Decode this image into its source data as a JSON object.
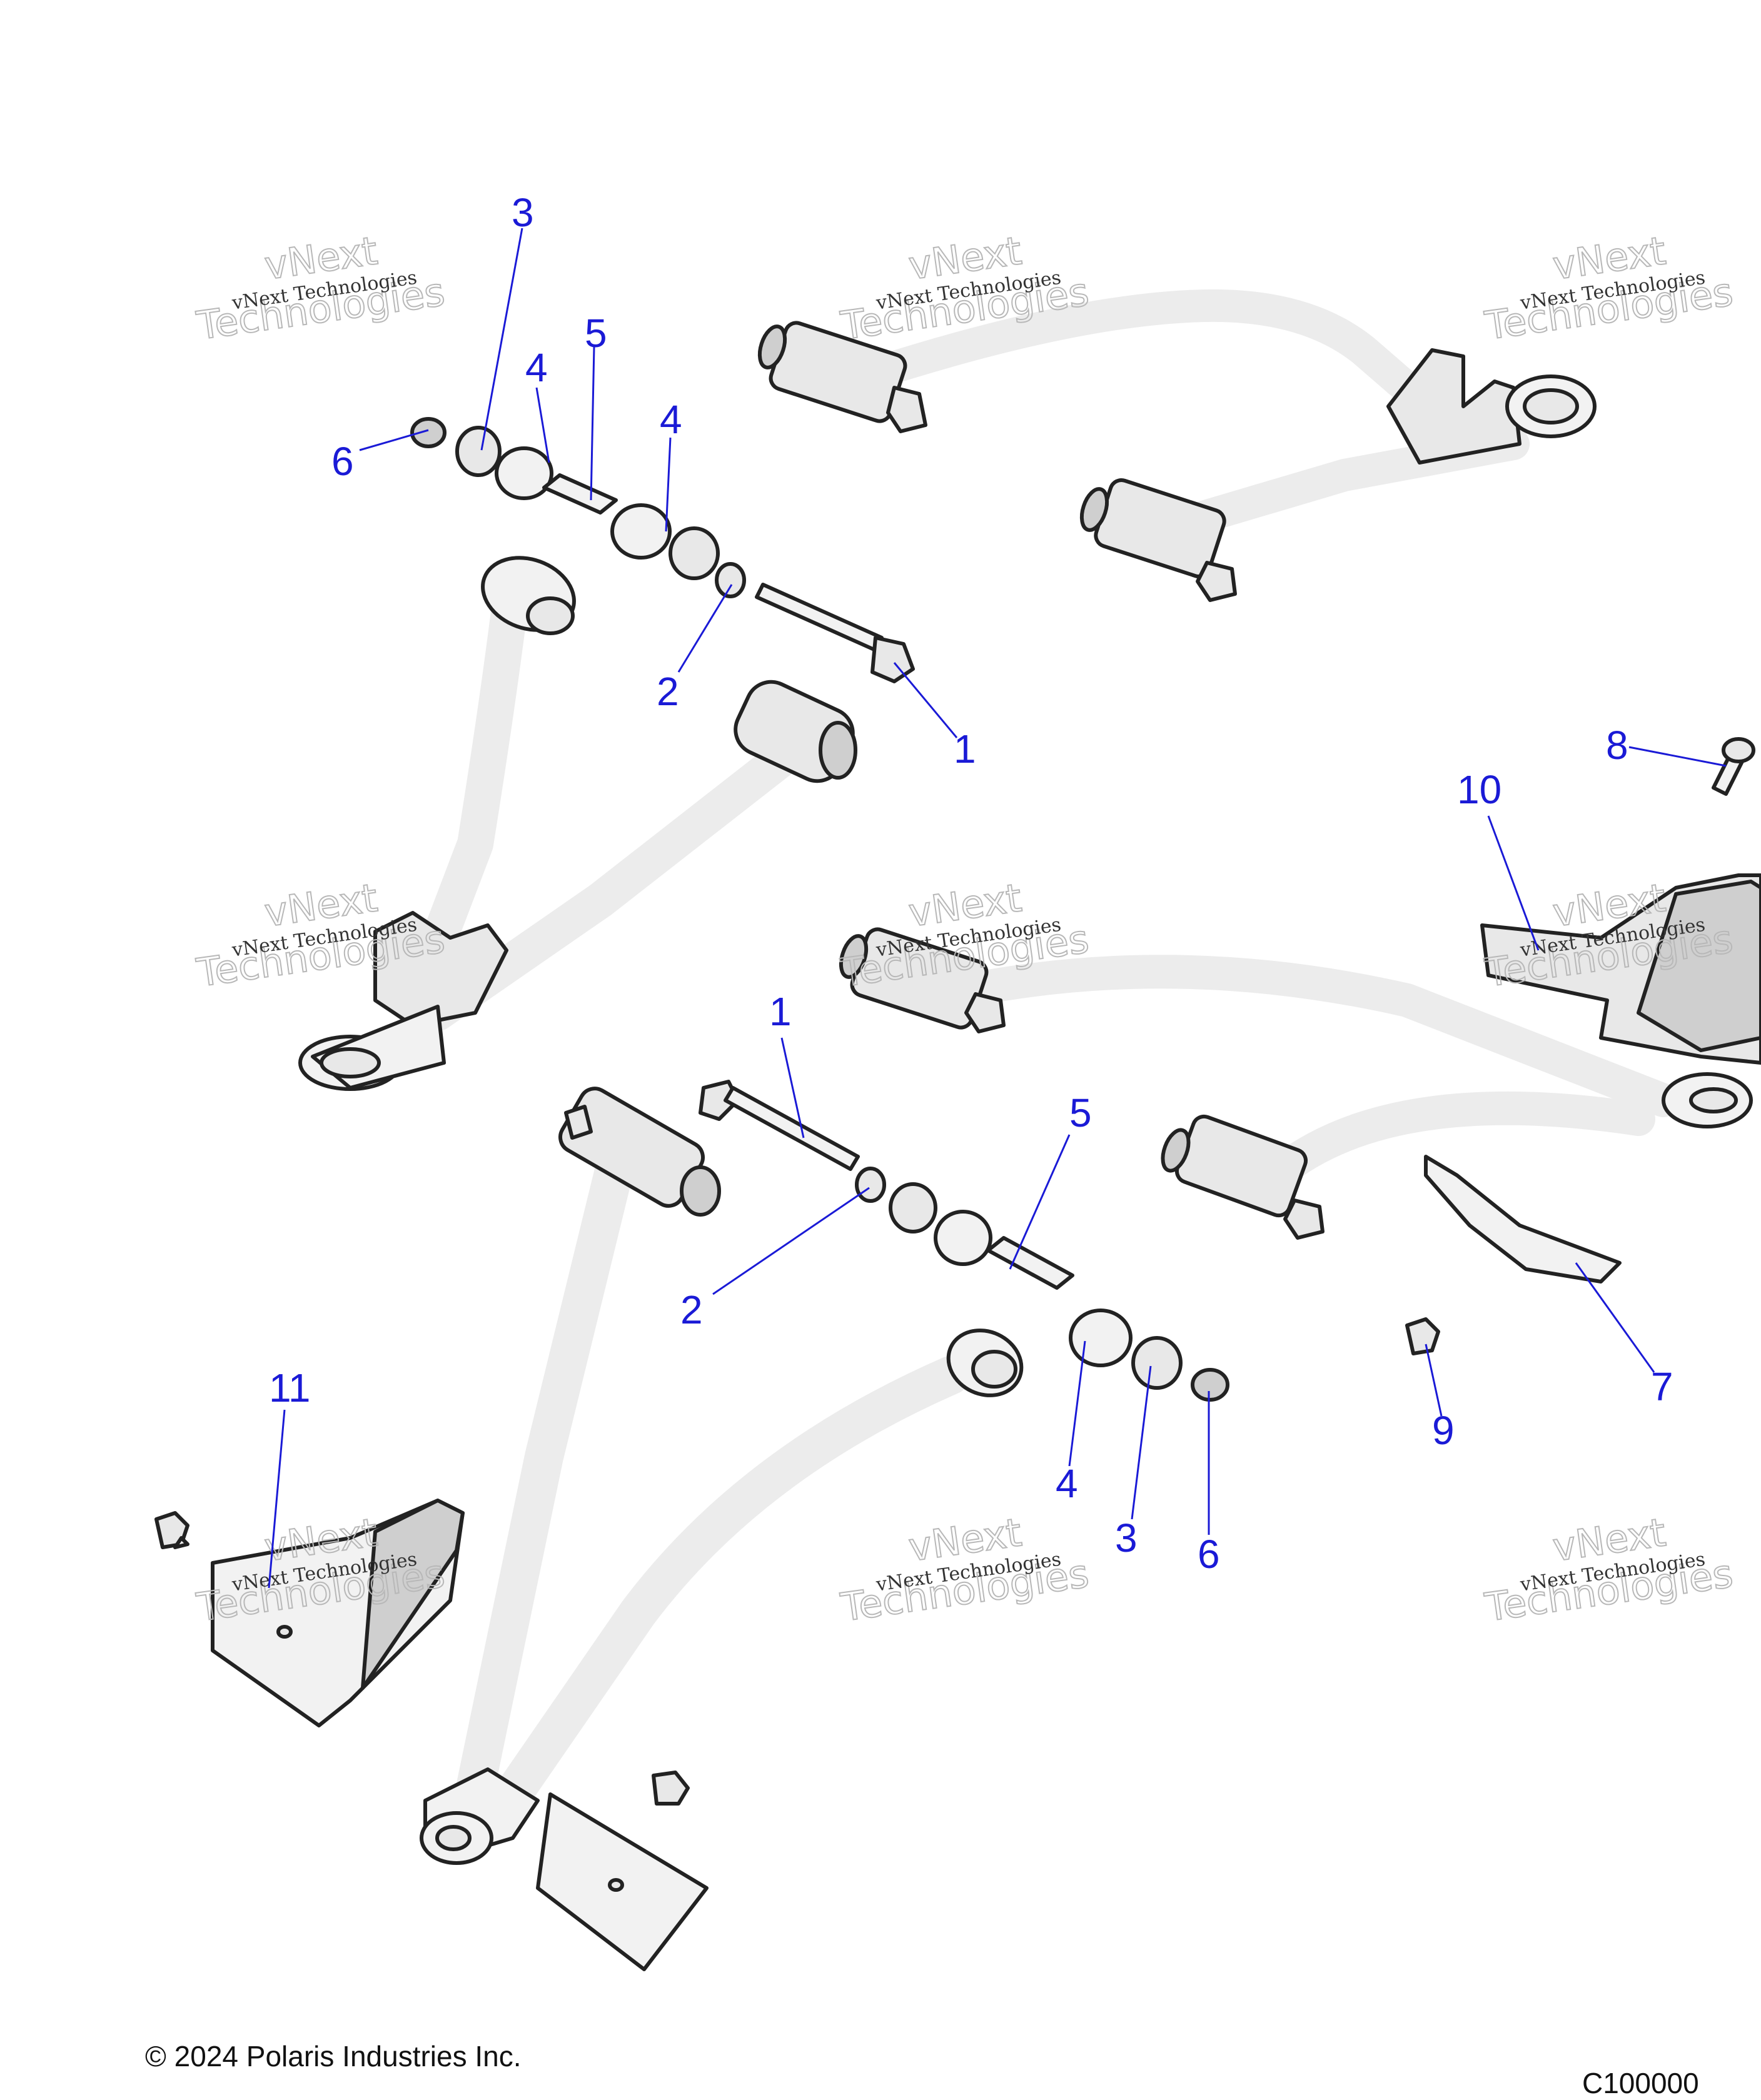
{
  "callouts": [
    {
      "id": "c3a",
      "text": "3"
    },
    {
      "id": "c4a",
      "text": "4"
    },
    {
      "id": "c5a",
      "text": "5"
    },
    {
      "id": "c4b",
      "text": "4"
    },
    {
      "id": "c6a",
      "text": "6"
    },
    {
      "id": "c2a",
      "text": "2"
    },
    {
      "id": "c1a",
      "text": "1"
    },
    {
      "id": "c8",
      "text": "8"
    },
    {
      "id": "c10",
      "text": "10"
    },
    {
      "id": "c1b",
      "text": "1"
    },
    {
      "id": "c5b",
      "text": "5"
    },
    {
      "id": "c2b",
      "text": "2"
    },
    {
      "id": "c11",
      "text": "11"
    },
    {
      "id": "c4c",
      "text": "4"
    },
    {
      "id": "c3b",
      "text": "3"
    },
    {
      "id": "c6b",
      "text": "6"
    },
    {
      "id": "c9",
      "text": "9"
    },
    {
      "id": "c7",
      "text": "7"
    }
  ],
  "watermark": {
    "line1": "vNext Technologies",
    "line2a": "vNext",
    "line2b": "Technologies"
  },
  "footer": {
    "copyright": "© 2024 Polaris Industries Inc.",
    "figure_code": "C100000"
  },
  "colors": {
    "callout": "#1a1ad6",
    "linework": "#222222",
    "part_fill": "#e8e8e8"
  }
}
